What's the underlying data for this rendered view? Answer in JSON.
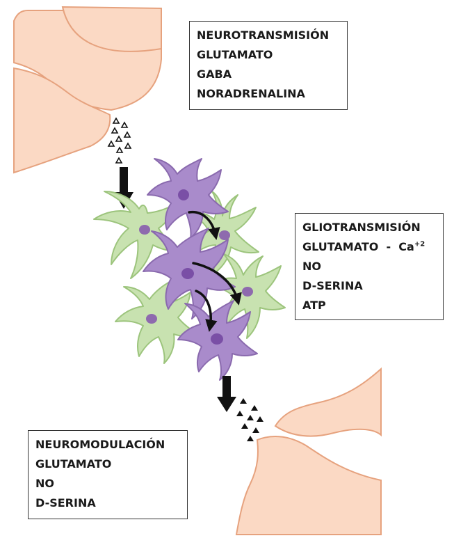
{
  "colors": {
    "synapse_fill": "#fbd9c4",
    "synapse_stroke": "#e6a27e",
    "astrocyte_fill": "#c8e2b0",
    "astrocyte_stroke": "#9cc47c",
    "astrocyte_nucleus": "#8e6aae",
    "microglia_fill": "#a98bcb",
    "microglia_stroke": "#8a6aae",
    "microglia_nucleus": "#7a4fa6",
    "arrow": "#111111"
  },
  "neurotransmision": {
    "title": "NEUROTRANSMISIÓN",
    "items": [
      "GLUTAMATO",
      "GABA",
      "NORADRENALINA"
    ]
  },
  "gliotransmision": {
    "title": "GLIOTRANSMISIÓN",
    "item1_text": "GLUTAMATO  -  Ca",
    "item1_sup": "+2",
    "items": [
      "NO",
      "D-SERINA",
      "ATP"
    ]
  },
  "neuromodulacion": {
    "title": "NEUROMODULACIÓN",
    "items": [
      "GLUTAMATO",
      "NO",
      "D-SERINA"
    ]
  }
}
